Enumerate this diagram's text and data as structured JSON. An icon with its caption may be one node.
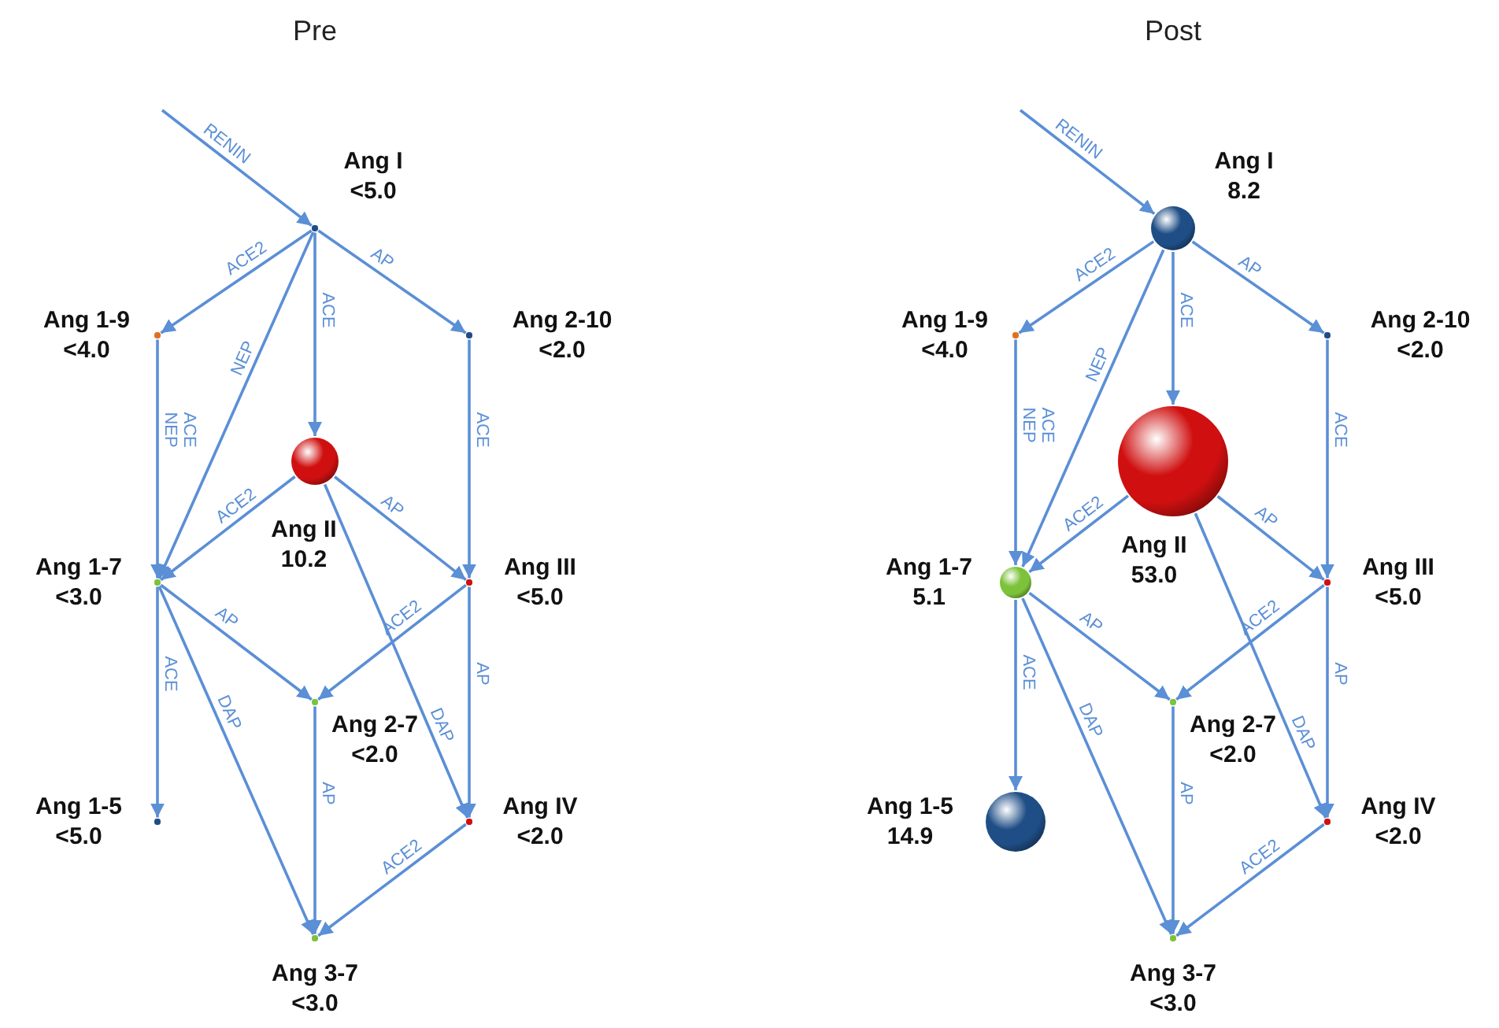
{
  "diagram": {
    "nodes": [
      {
        "text": [],
        "shape": "circle",
        "beside": [
          "Ang I",
          "<5.0"
        ]
      },
      {
        "text": [],
        "shape": "circle",
        "beside": [
          "Ang 1-9",
          "<4.0"
        ]
      },
      {
        "text": [],
        "shape": "circle",
        "beside": [
          "Ang 2-10",
          "<2.0"
        ]
      },
      {
        "text": [],
        "shape": "circle",
        "beside": [
          "Ang II",
          "10.2"
        ]
      },
      {
        "text": [],
        "shape": "circle",
        "beside": [
          "Ang 1-7",
          "<3.0"
        ]
      },
      {
        "text": [],
        "shape": "circle",
        "beside": [
          "Ang III",
          "<5.0"
        ]
      },
      {
        "text": [],
        "shape": "circle",
        "beside": [
          "Ang 2-7",
          "<2.0"
        ]
      },
      {
        "text": [],
        "shape": "circle",
        "beside": [
          "Ang 1-5",
          "<5.0"
        ]
      },
      {
        "text": [],
        "shape": "circle",
        "beside": [
          "Ang IV",
          "<2.0"
        ]
      },
      {
        "text": [],
        "shape": "circle",
        "beside": [
          "Ang 3-7",
          "<3.0"
        ]
      },
      {
        "text": [],
        "shape": "circle",
        "beside": [
          "Ang I",
          "8.2"
        ]
      },
      {
        "text": [],
        "shape": "circle",
        "beside": [
          "Ang 1-9",
          "<4.0"
        ]
      },
      {
        "text": [],
        "shape": "circle",
        "beside": [
          "Ang 2-10",
          "<2.0"
        ]
      },
      {
        "text": [],
        "shape": "circle",
        "beside": [
          "Ang II",
          "53.0"
        ]
      },
      {
        "text": [],
        "shape": "circle",
        "beside": [
          "Ang 1-7",
          "5.1"
        ]
      },
      {
        "text": [],
        "shape": "circle",
        "beside": [
          "Ang III",
          "<5.0"
        ]
      },
      {
        "text": [],
        "shape": "circle",
        "beside": [
          "Ang 2-7",
          "<2.0"
        ]
      },
      {
        "text": [],
        "shape": "circle",
        "beside": [
          "Ang 1-5",
          "14.9"
        ]
      },
      {
        "text": [],
        "shape": "circle",
        "beside": [
          "Ang IV",
          "<2.0"
        ]
      },
      {
        "text": [],
        "shape": "circle",
        "beside": [
          "Ang 3-7",
          "<3.0"
        ]
      }
    ],
    "edges": [
      {
        "from": null,
        "to": 0,
        "arrow": "to",
        "label": "RENIN"
      },
      {
        "from": 0,
        "to": 1,
        "arrow": "to",
        "label": "ACE2"
      },
      {
        "from": 0,
        "to": 4,
        "arrow": "to",
        "label": "NEP"
      },
      {
        "from": 0,
        "to": 3,
        "arrow": "to",
        "label": "ACE"
      },
      {
        "from": 0,
        "to": 2,
        "arrow": "to",
        "label": "AP"
      },
      {
        "from": 1,
        "to": 4,
        "arrow": "to",
        "label": "ACE NEP"
      },
      {
        "from": 2,
        "to": 5,
        "arrow": "to",
        "label": "ACE"
      },
      {
        "from": 3,
        "to": 4,
        "arrow": "to",
        "label": "ACE2"
      },
      {
        "from": 3,
        "to": 5,
        "arrow": "to",
        "label": "AP"
      },
      {
        "from": 3,
        "to": 8,
        "arrow": "to",
        "label": "DAP"
      },
      {
        "from": 5,
        "to": 6,
        "arrow": "to",
        "label": "ACE2"
      },
      {
        "from": 5,
        "to": 8,
        "arrow": "to",
        "label": "AP"
      },
      {
        "from": 4,
        "to": 6,
        "arrow": "to",
        "label": "AP"
      },
      {
        "from": 4,
        "to": 7,
        "arrow": "to",
        "label": "ACE"
      },
      {
        "from": 4,
        "to": 9,
        "arrow": "to",
        "label": "DAP"
      },
      {
        "from": 6,
        "to": 9,
        "arrow": "to",
        "label": "AP"
      },
      {
        "from": 8,
        "to": 9,
        "arrow": "to",
        "label": "ACE2"
      },
      {
        "from": null,
        "to": 10,
        "arrow": "to",
        "label": "RENIN"
      },
      {
        "from": 10,
        "to": 11,
        "arrow": "to",
        "label": "ACE2"
      },
      {
        "from": 10,
        "to": 14,
        "arrow": "to",
        "label": "NEP"
      },
      {
        "from": 10,
        "to": 13,
        "arrow": "to",
        "label": "ACE"
      },
      {
        "from": 10,
        "to": 12,
        "arrow": "to",
        "label": "AP"
      },
      {
        "from": 11,
        "to": 14,
        "arrow": "to",
        "label": "ACE NEP"
      },
      {
        "from": 12,
        "to": 15,
        "arrow": "to",
        "label": "ACE"
      },
      {
        "from": 13,
        "to": 14,
        "arrow": "to",
        "label": "ACE2"
      },
      {
        "from": 13,
        "to": 15,
        "arrow": "to",
        "label": "AP"
      },
      {
        "from": 13,
        "to": 18,
        "arrow": "to",
        "label": "DAP"
      },
      {
        "from": 15,
        "to": 16,
        "arrow": "to",
        "label": "ACE2"
      },
      {
        "from": 15,
        "to": 18,
        "arrow": "to",
        "label": "AP"
      },
      {
        "from": 14,
        "to": 16,
        "arrow": "to",
        "label": "AP"
      },
      {
        "from": 14,
        "to": 17,
        "arrow": "to",
        "label": "ACE"
      },
      {
        "from": 14,
        "to": 19,
        "arrow": "to",
        "label": "DAP"
      },
      {
        "from": 16,
        "to": 19,
        "arrow": "to",
        "label": "AP"
      },
      {
        "from": 18,
        "to": 19,
        "arrow": "to",
        "label": "ACE2"
      }
    ],
    "labels": [
      "Pre",
      "Post"
    ]
  }
}
